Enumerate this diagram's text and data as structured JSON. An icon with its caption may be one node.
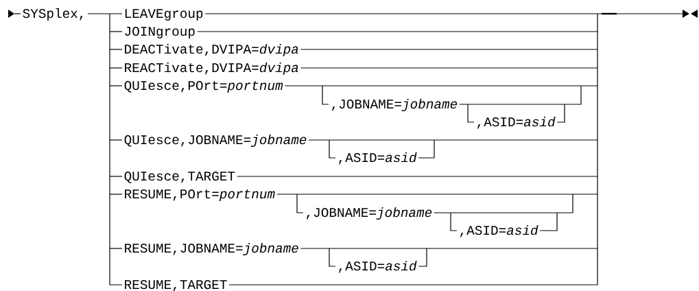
{
  "diagram": {
    "labels": [
      "SYSplex,",
      "LEAVEgroup",
      "JOINgroup",
      "DEACTivate,DVIPA=*dvipa*",
      "REACTivate,DVIPA=*dvipa*",
      "QUIesce,POrt=*portnum*",
      ",JOBNAME=*jobname*",
      ",ASID=*asid*",
      "QUIesce,JOBNAME=*jobname*",
      ",ASID=*asid*",
      "QUIesce,TARGET",
      "RESUME,POrt=*portnum*",
      ",JOBNAME=*jobname*",
      ",ASID=*asid*",
      "RESUME,JOBNAME=*jobname*",
      ",ASID=*asid*",
      "RESUME,TARGET"
    ]
  }
}
